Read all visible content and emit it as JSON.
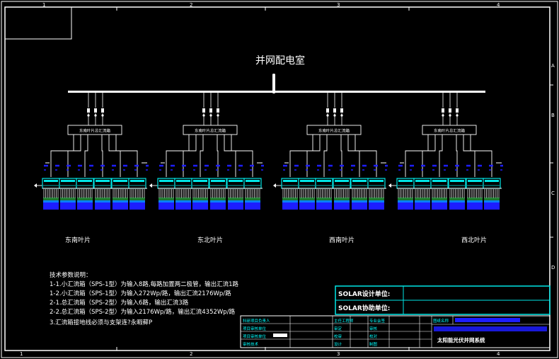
{
  "colors": {
    "background": "#000000",
    "frame": "#ffffff",
    "accent": "#1d1dff",
    "cyan": "#00e6e6",
    "panel_blue": "#00aaff",
    "green": "#33dd55",
    "title_block_text": "#00ffff"
  },
  "sheet": {
    "col_numbers_top": [
      "1",
      "2",
      "3",
      "4"
    ],
    "col_numbers_bottom": [
      "1",
      "2",
      "3",
      "4"
    ],
    "row_letters": [
      "A",
      "B",
      "C",
      "D"
    ]
  },
  "diagram": {
    "main_title": "并网配电室",
    "combiner_label": "东南叶片总汇流箱",
    "groups": [
      {
        "label": "东南叶片"
      },
      {
        "label": "东北叶片"
      },
      {
        "label": "西南叶片"
      },
      {
        "label": "西北叶片"
      }
    ]
  },
  "notes": {
    "heading": "技术参数说明：",
    "lines": [
      "1-1.小汇流箱（SPS-1型）为输入8路,每路加置两二极管，输出汇流1路",
      "1-2.小汇流箱（SPS-1型）为输入272Wp/路，输出汇流2176Wp/路",
      "2-1.总汇流箱（SPS-2型）为输入6路，输出汇流3路",
      "2-2.总汇流箱（SPS-2型）为输入2176Wp/路，输出汇流4352Wp/路",
      "3.汇流箱接地线必须与支架连?永暇藓P"
    ]
  },
  "title_block": {
    "design_unit_label": "SOLAR设计单位:",
    "assist_unit_label": "SOLAR协助单位:",
    "rows_left": [
      "科研项目负责人",
      "项目审核单位",
      "项目审核单位",
      "审核技术"
    ],
    "rows_mid": [
      "主任工程师",
      "审定",
      "校审",
      "设计"
    ],
    "rows_mid2": [
      "专业会签",
      "审核",
      "校对",
      "制图"
    ],
    "drawing_name_label": "图纸名称",
    "project_name": "太阳能光伏并网系统"
  }
}
